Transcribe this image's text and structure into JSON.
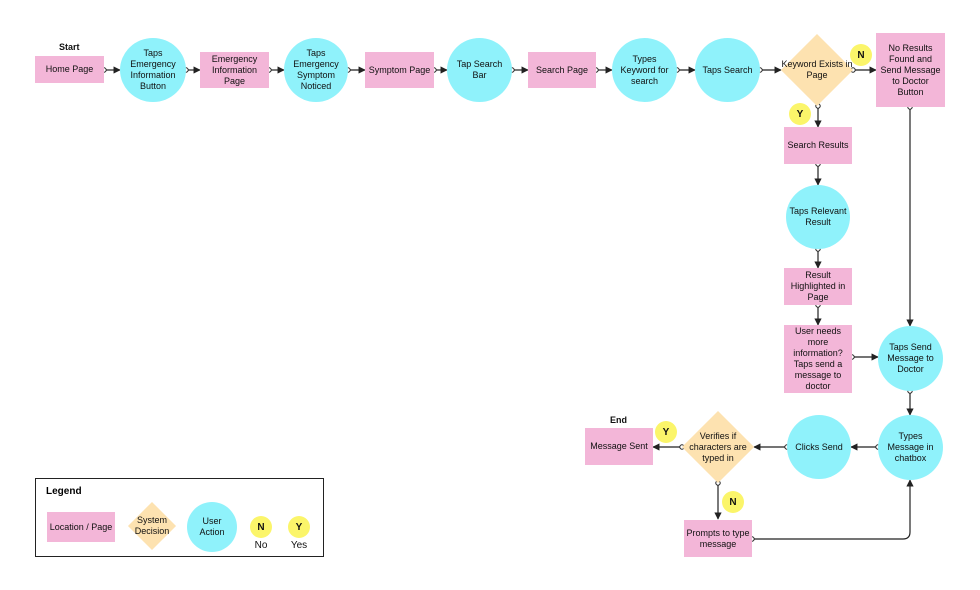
{
  "colors": {
    "location_page": "#f3b6d8",
    "system_decision": "#fde2b0",
    "user_action": "#8ff2fb",
    "yes_no_badge": "#fbf56a",
    "connector": "#222222"
  },
  "flow": {
    "start_label": "Start",
    "end_label": "End",
    "nodes": {
      "home_page": "Home Page",
      "taps_emergency_info_button": "Taps Emergency Information Button",
      "emergency_info_page": "Emergency Information Page",
      "taps_emergency_symptom": "Taps Emergency Symptom Noticed",
      "symptom_page": "Symptom Page",
      "tap_search_bar": "Tap Search Bar",
      "search_page": "Search Page",
      "types_keyword": "Types Keyword for search",
      "taps_search": "Taps Search",
      "keyword_exists": "Keyword Exists in Page",
      "no_results": "No Results Found and Send Message to Doctor Button",
      "search_results": "Search Results",
      "taps_relevant_result": "Taps Relevant Result",
      "result_highlighted": "Result Highlighted in Page",
      "user_needs_more_info": "User needs more information? Taps send a message to doctor",
      "taps_send_message": "Taps Send Message to Doctor",
      "types_message": "Types Message in chatbox",
      "clicks_send": "Clicks Send",
      "verifies_characters": "Verifies if characters are typed in",
      "message_sent": "Message Sent",
      "prompts_to_type": "Prompts to type message"
    },
    "badges": {
      "keyword_no": "N",
      "keyword_yes": "Y",
      "verify_yes": "Y",
      "verify_no": "N"
    }
  },
  "legend": {
    "title": "Legend",
    "location_page": "Location / Page",
    "system_decision": "System Decision",
    "user_action": "User Action",
    "no_badge": "N",
    "no_caption": "No",
    "yes_badge": "Y",
    "yes_caption": "Yes"
  }
}
